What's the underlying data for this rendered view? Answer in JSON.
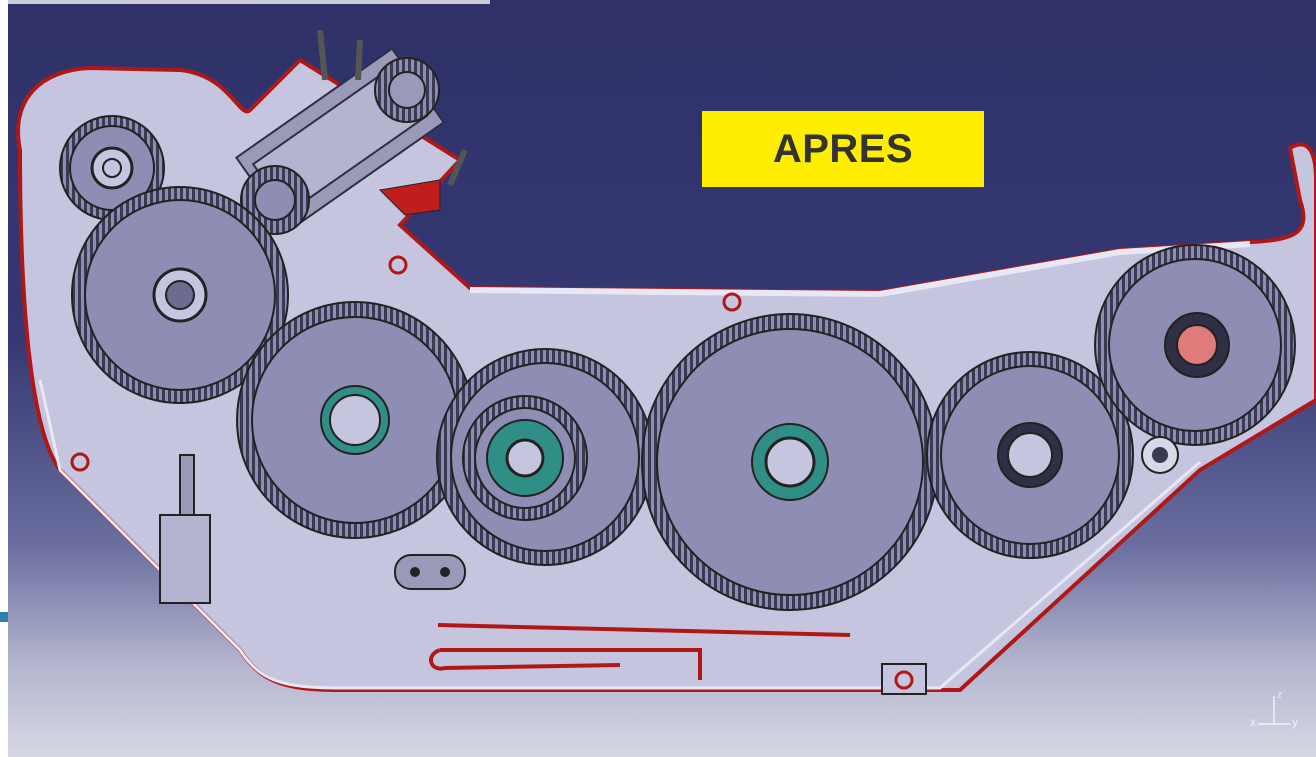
{
  "viewer": {
    "label": "APRES",
    "axis_labels": {
      "x": "x",
      "y": "y",
      "z": "z"
    }
  },
  "colors": {
    "background_top": "#2f3168",
    "background_bottom": "#d6d7e4",
    "housing_fill": "#c5c5e0",
    "housing_outline": "#b01818",
    "gear_fill": "#8e8eb4",
    "gear_dark": "#3a3a52",
    "bearing_accent": "#2f8f86",
    "label_background": "#ffee00"
  }
}
